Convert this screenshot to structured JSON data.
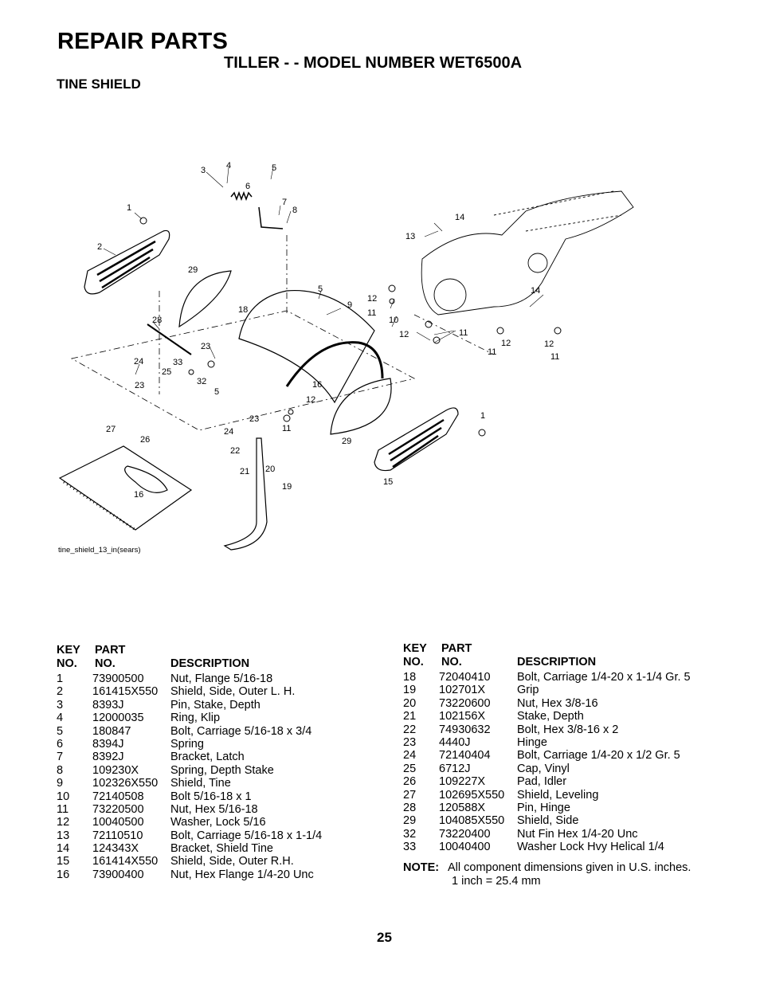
{
  "header": {
    "title": "REPAIR PARTS",
    "subtitle": "TILLER - - MODEL NUMBER WET6500A",
    "section": "TINE SHIELD"
  },
  "diagram": {
    "figure_id": "tine_shield_13_in(sears)",
    "callouts": [
      "1",
      "2",
      "3",
      "4",
      "5",
      "6",
      "7",
      "8",
      "29",
      "18",
      "5",
      "9",
      "28",
      "23",
      "24",
      "33",
      "25",
      "32",
      "5",
      "23",
      "16",
      "12",
      "11",
      "12",
      "10",
      "12",
      "11",
      "13",
      "14",
      "14",
      "11",
      "12",
      "12",
      "11",
      "23",
      "24",
      "11",
      "27",
      "26",
      "22",
      "21",
      "20",
      "19",
      "16",
      "29",
      "15",
      "1"
    ]
  },
  "parts_headers": {
    "key": "KEY",
    "no": "NO.",
    "part": "PART",
    "part_no": "NO.",
    "description": "DESCRIPTION"
  },
  "parts_left": [
    {
      "key": "1",
      "part": "73900500",
      "desc": "Nut, Flange  5/16-18"
    },
    {
      "key": "2",
      "part": "161415X550",
      "desc": "Shield, Side, Outer L. H."
    },
    {
      "key": "3",
      "part": "8393J",
      "desc": "Pin, Stake, Depth"
    },
    {
      "key": "4",
      "part": "12000035",
      "desc": "Ring, Klip"
    },
    {
      "key": "5",
      "part": "180847",
      "desc": "Bolt, Carriage  5/16-18 x 3/4"
    },
    {
      "key": "6",
      "part": "8394J",
      "desc": "Spring"
    },
    {
      "key": "7",
      "part": "8392J",
      "desc": "Bracket, Latch"
    },
    {
      "key": "8",
      "part": "109230X",
      "desc": "Spring, Depth Stake"
    },
    {
      "key": "9",
      "part": "102326X550",
      "desc": "Shield, Tine"
    },
    {
      "key": "10",
      "part": "72140508",
      "desc": "Bolt 5/16-18 x 1"
    },
    {
      "key": "11",
      "part": "73220500",
      "desc": "Nut, Hex  5/16-18"
    },
    {
      "key": "12",
      "part": "10040500",
      "desc": "Washer, Lock  5/16"
    },
    {
      "key": "13",
      "part": "72110510",
      "desc": "Bolt, Carriage  5/16-18 x 1-1/4"
    },
    {
      "key": "14",
      "part": "124343X",
      "desc": "Bracket, Shield Tine"
    },
    {
      "key": "15",
      "part": "161414X550",
      "desc": "Shield, Side, Outer R.H."
    },
    {
      "key": "16",
      "part": "73900400",
      "desc": "Nut, Hex Flange 1/4-20 Unc"
    }
  ],
  "parts_right": [
    {
      "key": "18",
      "part": "72040410",
      "desc": "Bolt, Carriage  1/4-20 x 1-1/4 Gr. 5"
    },
    {
      "key": "19",
      "part": "102701X",
      "desc": "Grip"
    },
    {
      "key": "20",
      "part": "73220600",
      "desc": "Nut, Hex  3/8-16"
    },
    {
      "key": "21",
      "part": "102156X",
      "desc": "Stake, Depth"
    },
    {
      "key": "22",
      "part": "74930632",
      "desc": "Bolt, Hex  3/8-16 x 2"
    },
    {
      "key": "23",
      "part": "4440J",
      "desc": "Hinge"
    },
    {
      "key": "24",
      "part": "72140404",
      "desc": "Bolt, Carriage  1/4-20 x 1/2 Gr. 5"
    },
    {
      "key": "25",
      "part": "6712J",
      "desc": "Cap, Vinyl"
    },
    {
      "key": "26",
      "part": "109227X",
      "desc": "Pad, Idler"
    },
    {
      "key": "27",
      "part": "102695X550",
      "desc": "Shield, Leveling"
    },
    {
      "key": "28",
      "part": "120588X",
      "desc": "Pin, Hinge"
    },
    {
      "key": "29",
      "part": "104085X550",
      "desc": "Shield, Side"
    },
    {
      "key": "32",
      "part": "73220400",
      "desc": "Nut Fin Hex 1/4-20 Unc"
    },
    {
      "key": "33",
      "part": "10040400",
      "desc": "Washer Lock Hvy Helical 1/4"
    }
  ],
  "note": {
    "label": "NOTE:",
    "line1": "All component dimensions given in U.S. inches.",
    "line2": "1 inch = 25.4 mm"
  },
  "page_number": "25"
}
